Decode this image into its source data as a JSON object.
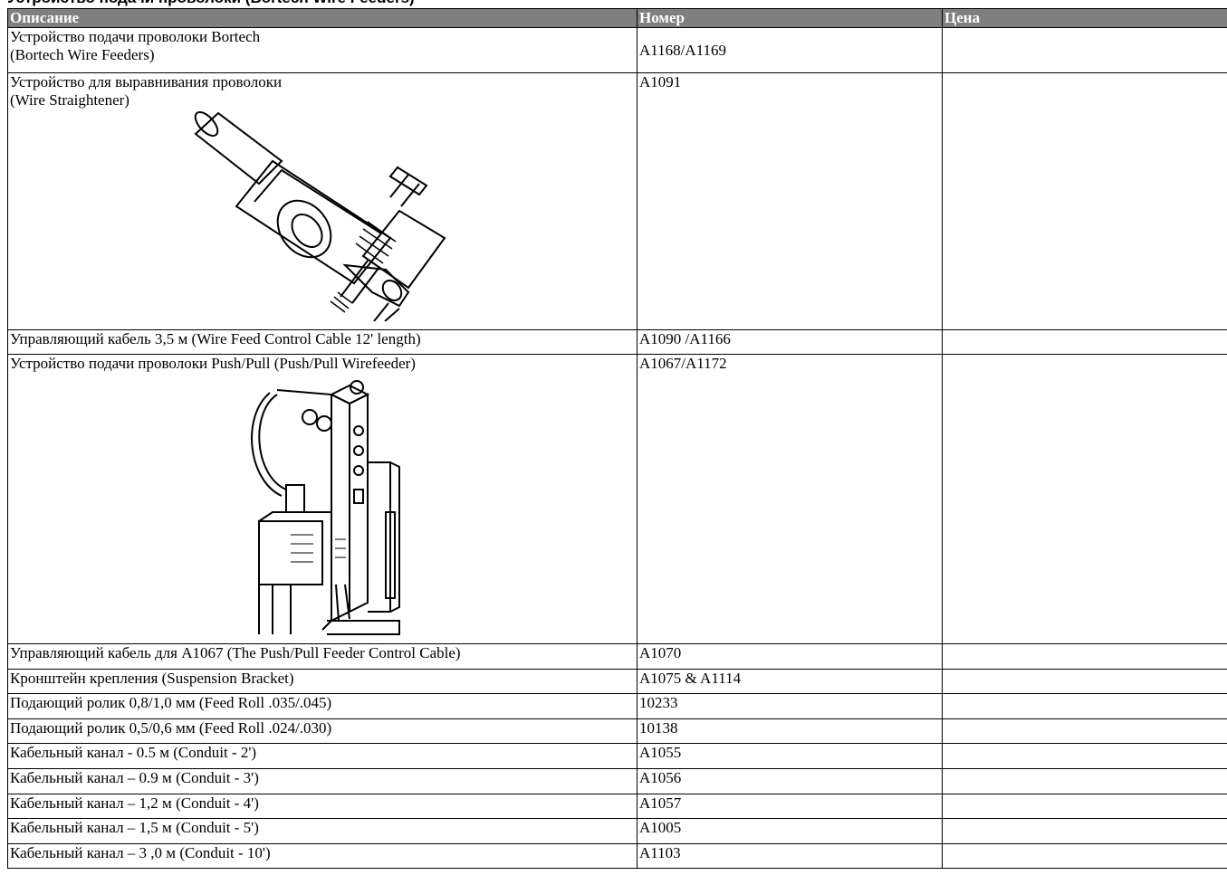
{
  "title": "Устройство подачи проволоки (Bortech Wire Feeders)",
  "columns": [
    "Описание",
    "Номер",
    "Цена"
  ],
  "rows": [
    {
      "desc1": "Устройство подачи проволоки Bortech",
      "desc2": "(Bortech Wire Feeders)",
      "code": "A1168/A1169"
    },
    {
      "desc1": "Устройство для выравнивания проволоки",
      "desc2": "(Wire Straightener)",
      "code": "A1091",
      "image": "wire-straightener-drawing"
    },
    {
      "desc1": "Управляющий кабель 3,5 м (Wire Feed Control Cable 12' length)",
      "code": "A1090 /A1166"
    },
    {
      "desc1": "Устройство подачи проволоки Push/Pull (Push/Pull Wirefeeder)",
      "code": "A1067/A1172",
      "image": "push-pull-wirefeeder-drawing"
    },
    {
      "desc1": "Управляющий кабель для A1067 (The Push/Pull Feeder Control Cable)",
      "code": "A1070"
    },
    {
      "desc1": "Кронштейн крепления (Suspension Bracket)",
      "code": "A1075 & A1114"
    },
    {
      "desc1": "Подающий ролик 0,8/1,0 мм (Feed Roll .035/.045)",
      "code": "10233"
    },
    {
      "desc1": "Подающий ролик 0,5/0,6 мм (Feed Roll .024/.030)",
      "code": "10138"
    },
    {
      "desc1": "Кабельный канал  - 0.5 м (Conduit - 2')",
      "code": "A1055"
    },
    {
      "desc1": "Кабельный канал – 0.9 м  (Conduit - 3')",
      "code": "A1056"
    },
    {
      "desc1": "Кабельный канал – 1,2 м  (Conduit - 4')",
      "code": "A1057"
    },
    {
      "desc1": "Кабельный канал – 1,5 м  (Conduit - 5')",
      "code": "A1005"
    },
    {
      "desc1": "Кабельный канал – 3 ,0 м (Conduit - 10')",
      "code": "A1103"
    }
  ]
}
